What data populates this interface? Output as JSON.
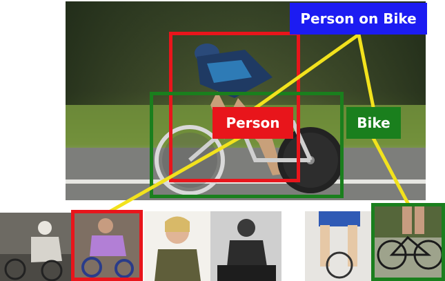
{
  "labels": {
    "person_on_bike": "Person on Bike",
    "person": "Person",
    "bike": "Bike"
  },
  "colors": {
    "person": "#e8151b",
    "bike": "#1a7f1d",
    "person_on_bike": "#1c1cf2",
    "connector": "#f2e21d"
  },
  "thumbnails": [
    "cyclist-street-photo",
    "child-on-bike-photo",
    "woman-portrait-photo",
    "man-seated-photo",
    "legs-with-bikes-photo",
    "bicycle-photo"
  ]
}
